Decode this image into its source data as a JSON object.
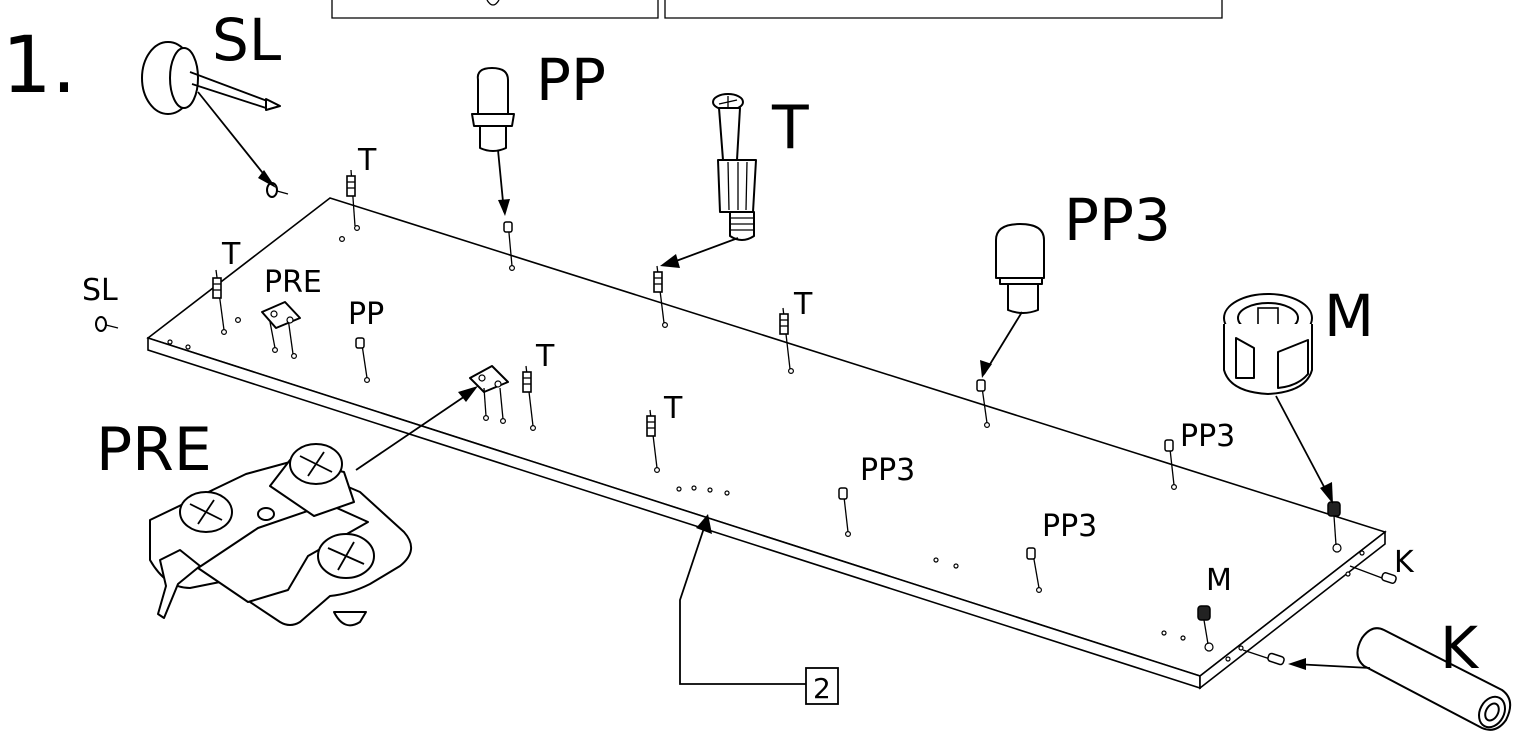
{
  "step": {
    "number": "1."
  },
  "callout": {
    "ref": "2"
  },
  "parts": {
    "SL": "SL",
    "PP": "PP",
    "T": "T",
    "PP3": "PP3",
    "M": "M",
    "K": "K",
    "PRE": "PRE"
  }
}
